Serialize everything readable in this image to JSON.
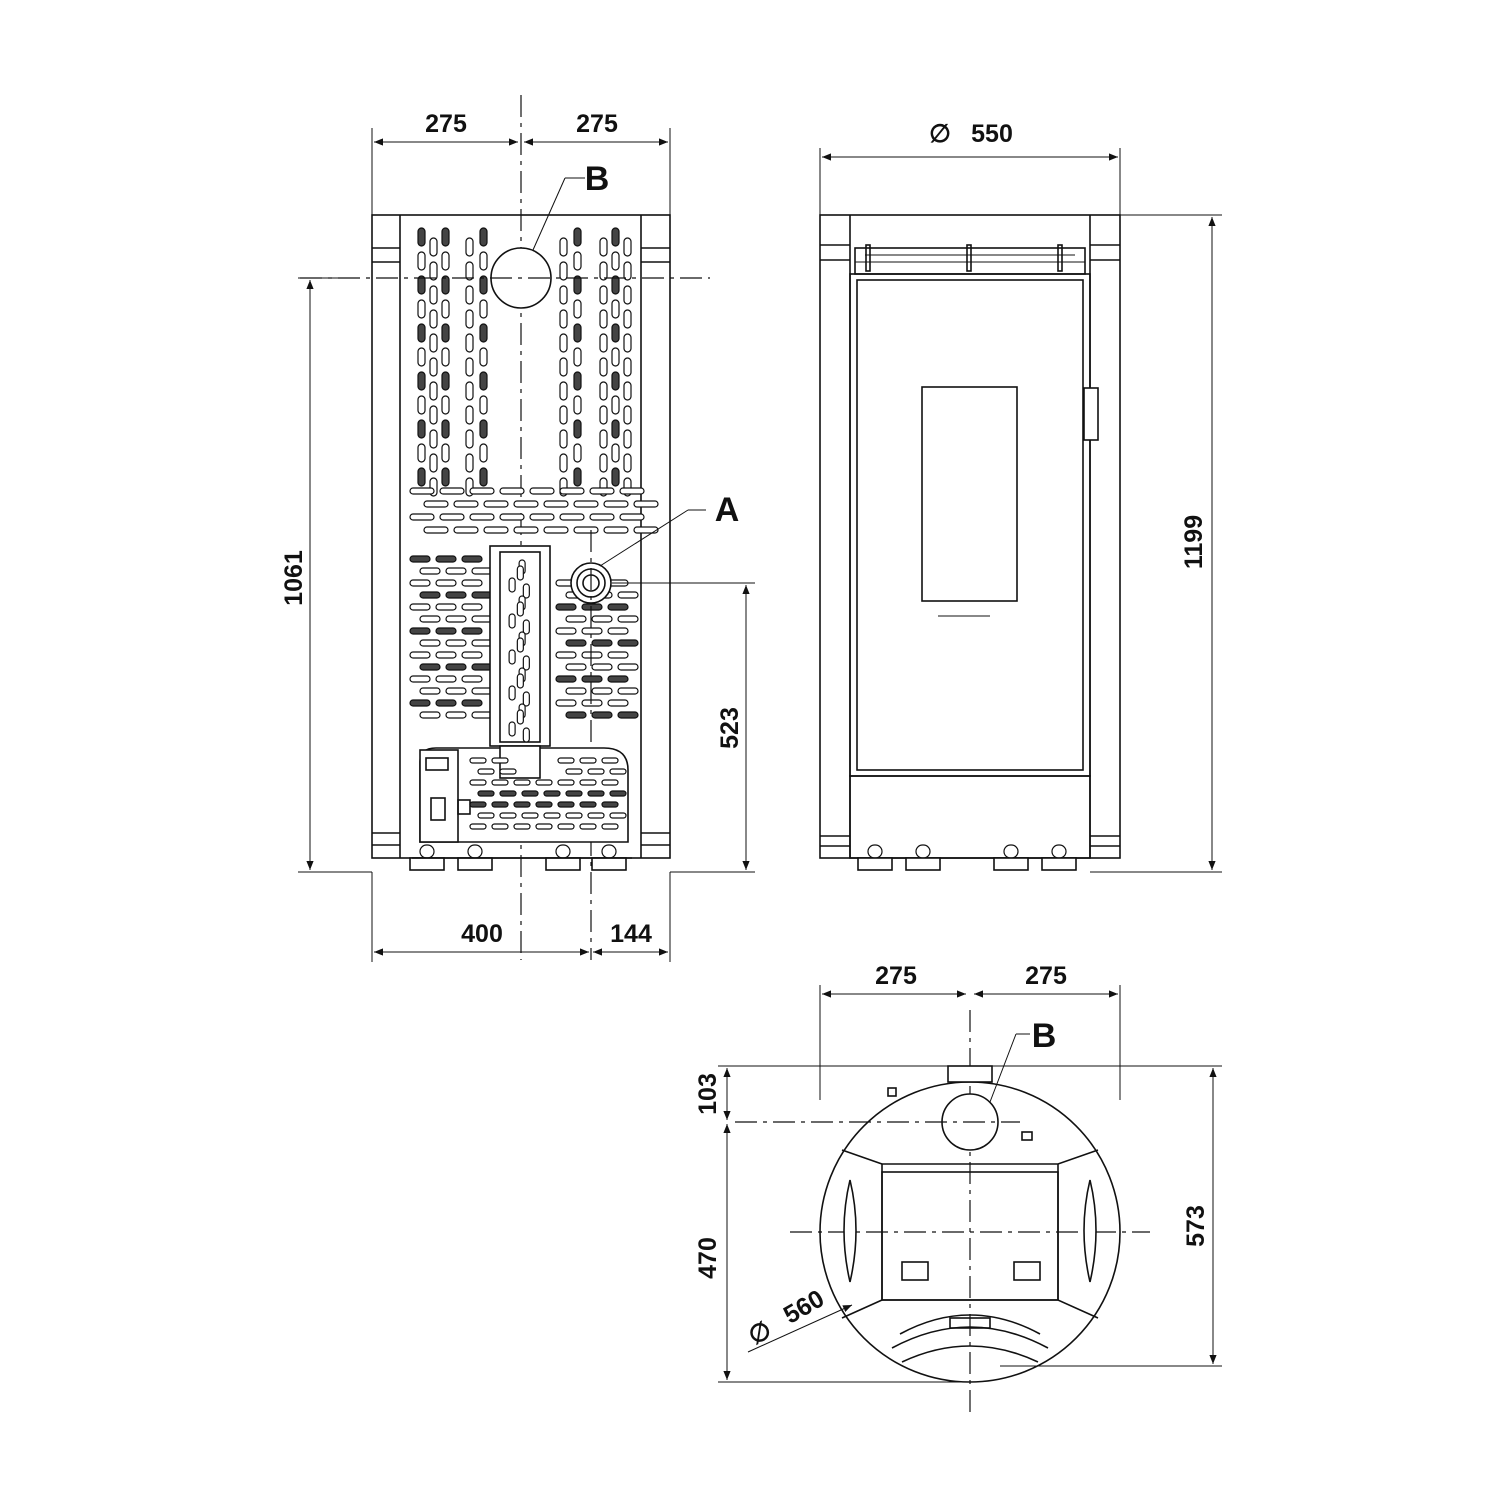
{
  "front_view": {
    "width_left": "275",
    "width_right": "275",
    "label_b": "B",
    "label_a": "A",
    "height_outlet_b": "1061",
    "height_inlet_a": "523",
    "bottom_left": "400",
    "bottom_right": "144"
  },
  "side_view": {
    "diameter_symbol": "∅",
    "diameter": "550",
    "height_total": "1199"
  },
  "top_view": {
    "width_left": "275",
    "width_right": "275",
    "label_b": "B",
    "offset_outlet": "103",
    "depth_center": "470",
    "depth_total": "573",
    "diameter_symbol": "∅",
    "diameter": "560"
  }
}
